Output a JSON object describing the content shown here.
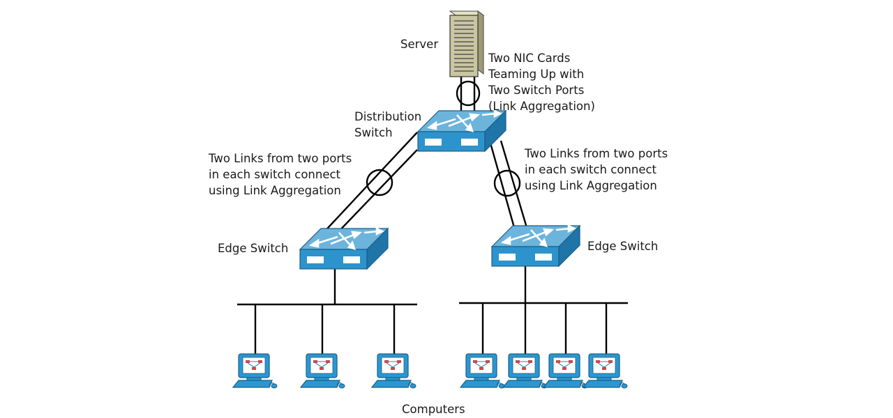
{
  "labels": {
    "server": "Server",
    "nic_teaming": [
      "Two NIC Cards",
      "Teaming Up with",
      "Two Switch Ports",
      "(Link Aggregation)"
    ],
    "distribution_switch": [
      "Distribution",
      "Switch"
    ],
    "left_link_note": [
      "Two Links from two ports",
      "in each switch connect",
      "using Link Aggregation"
    ],
    "right_link_note": [
      "Two Links from two ports",
      "in each switch connect",
      "using Link Aggregation"
    ],
    "edge_switch_left": "Edge Switch",
    "edge_switch_right": "Edge Switch",
    "computers": "Computers"
  },
  "colors": {
    "switch_top": "#6cb4dc",
    "switch_front": "#2d93cc",
    "switch_side": "#1f74a8",
    "server_body": "#c9c6a0",
    "computer": "#2a97d0",
    "line": "#000000"
  },
  "icons": {
    "server": "server-tower-icon",
    "switch": "workgroup-switch-icon",
    "computer": "workstation-icon"
  }
}
